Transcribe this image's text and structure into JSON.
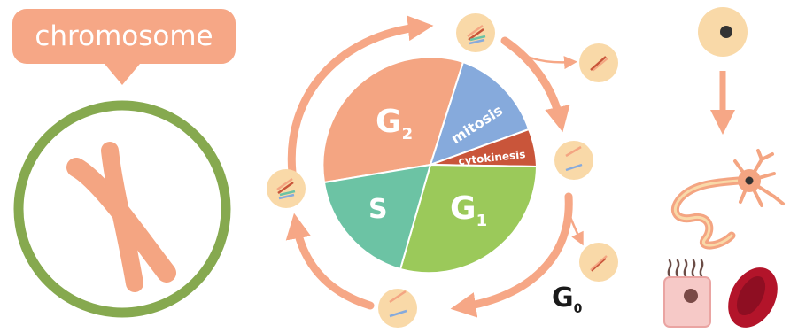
{
  "callout": {
    "text": "chromosome"
  },
  "cycle": {
    "phases": [
      {
        "id": "mitosis",
        "label": "mitosis"
      },
      {
        "id": "cytokinesis",
        "label": "cytokinesis"
      },
      {
        "id": "g1",
        "label": "G",
        "sub": "1"
      },
      {
        "id": "s",
        "label": "S"
      },
      {
        "id": "g2",
        "label": "G",
        "sub": "2"
      }
    ],
    "g0": {
      "label": "G",
      "sub": "0"
    }
  },
  "colors": {
    "g2": "#f4a582",
    "mitosis": "#86aadc",
    "cytokinesis": "#c9553a",
    "g1": "#9bc95a",
    "s": "#6cc3a4",
    "arrow": "#f6a786",
    "cell_ring": "#86a94f",
    "chromosome": "#f4a582",
    "cell_bubble": "#f9d9a8",
    "blood_cell": "#b3142a"
  },
  "icons": [
    "chromosome-icon",
    "stem-cell-icon",
    "neuron-icon",
    "epithelial-cell-icon",
    "red-blood-cell-icon"
  ]
}
